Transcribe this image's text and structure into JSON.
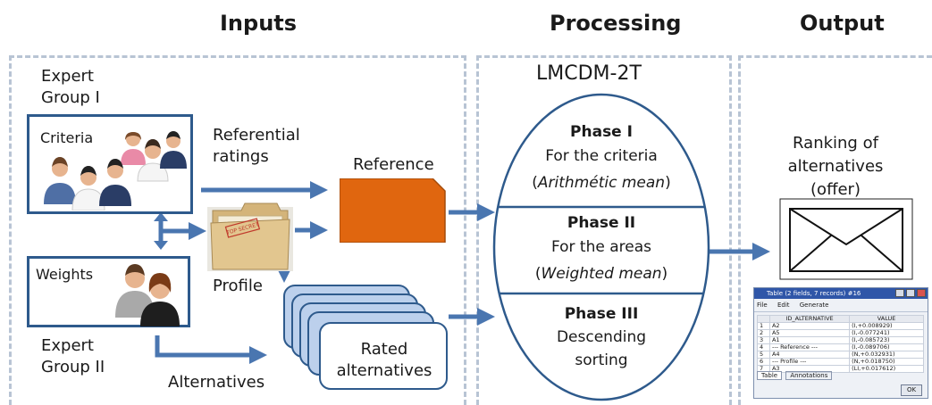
{
  "headers": {
    "inputs": "Inputs",
    "processing": "Processing",
    "output": "Output"
  },
  "inputs": {
    "expert_group_1": [
      "Expert",
      "Group I"
    ],
    "criteria_label": "Criteria",
    "referential_ratings": [
      "Referential",
      "ratings"
    ],
    "reference_label": "Reference",
    "folder_stamp": "TOP SECRET",
    "profile_label": "Profile",
    "weights_label": "Weights",
    "expert_group_2": [
      "Expert",
      "Group II"
    ],
    "alternatives_label": "Alternatives",
    "rated_alternatives": [
      "Rated",
      "alternatives"
    ]
  },
  "processing": {
    "method": "LMCDM-2T",
    "phase1": {
      "title": "Phase I",
      "line1": "For the criteria",
      "line2_open": "(",
      "line2_em": "Arithmétic mean",
      "line2_close": ")"
    },
    "phase2": {
      "title": "Phase II",
      "line1": "For the areas",
      "line2_open": "(",
      "line2_em": "Weighted mean",
      "line2_close": ")"
    },
    "phase3": {
      "title": "Phase III",
      "line1": "Descending",
      "line2": "sorting"
    }
  },
  "output": {
    "ranking": [
      "Ranking of",
      "alternatives",
      "(offer)"
    ],
    "table_window": {
      "title": "Table (2 fields, 7 records) #16",
      "menu": [
        "File",
        "Edit",
        "Generate"
      ],
      "columns": [
        "",
        "ID_ALTERNATIVE",
        "VALUE"
      ],
      "rows": [
        [
          "1",
          "A2",
          "(I,+0.008929)"
        ],
        [
          "2",
          "A5",
          "(I,-0.077241)"
        ],
        [
          "3",
          "A1",
          "(I,-0.085723)"
        ],
        [
          "4",
          "--- Reference ---",
          "(I,-0.089706)"
        ],
        [
          "5",
          "A4",
          "(N,+0.032931)"
        ],
        [
          "6",
          "--- Profile ---",
          "(N,+0.018750)"
        ],
        [
          "7",
          "A3",
          "(LI,+0.017612)"
        ]
      ],
      "tabs": [
        "Table",
        "Annotations"
      ],
      "ok_label": "OK"
    }
  },
  "colors": {
    "dashed_border": "#b8c4d4",
    "box_border": "#2e5a8c",
    "arrow": "#4a76b0",
    "reference_fill": "#e0660f",
    "ellipse_border": "#2e5a8c"
  }
}
